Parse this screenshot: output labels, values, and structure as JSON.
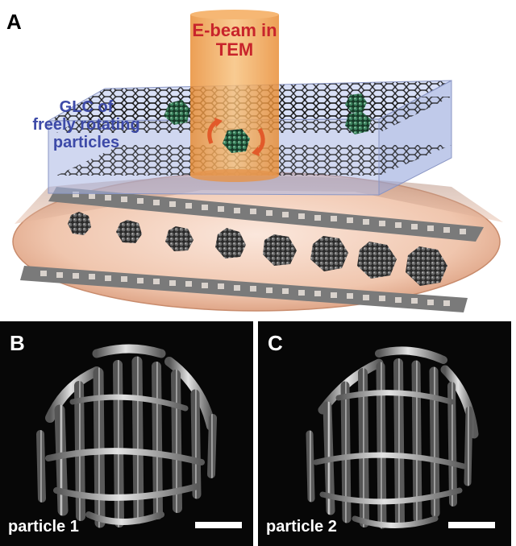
{
  "panel_a": {
    "label": "A",
    "beam_label_line1": "E-beam in",
    "beam_label_line2": "TEM",
    "glc_line1": "GLC of",
    "glc_line2": "freely rotating",
    "glc_line3": "particles"
  },
  "panel_b": {
    "label": "B",
    "caption": "particle 1"
  },
  "panel_c": {
    "label": "C",
    "caption": "particle 2"
  },
  "colors": {
    "beam": "#f0a04a",
    "glc_slab": "#aab7e6",
    "text_red": "#c8242b",
    "text_blue": "#3d4aa8",
    "particle_green": "#2f6a4a",
    "ellipse": "#e6b49a",
    "em_background": "#070707"
  },
  "icons": [
    "nanoparticle-icon",
    "graphene-lattice-icon",
    "rotation-arrow-icon"
  ]
}
